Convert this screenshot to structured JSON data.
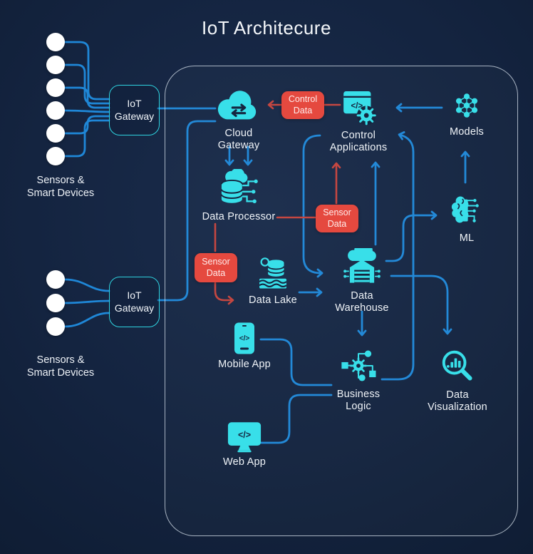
{
  "title": "IoT Architecure",
  "colors": {
    "cyan": "#38dfe9",
    "blue": "#1f87d7",
    "red_line": "#c4443e",
    "red_badge": "#e5493f",
    "background": "#142440"
  },
  "left": {
    "group1_label": "Sensors &\nSmart Devices",
    "group2_label": "Sensors &\nSmart Devices",
    "gateway1_label": "IoT\nGateway",
    "gateway2_label": "IoT\nGateway"
  },
  "badges": {
    "control_data": "Control\nData",
    "sensor_data_center": "Sensor\nData",
    "sensor_data_left": "Sensor\nData"
  },
  "nodes": {
    "cloud_gateway": "Cloud\nGateway",
    "control_applications": "Control\nApplications",
    "models": "Models",
    "data_processor": "Data Processor",
    "ml": "ML",
    "data_lake": "Data Lake",
    "data_warehouse": "Data\nWarehouse",
    "mobile_app": "Mobile App",
    "business_logic": "Business\nLogic",
    "data_visualization": "Data\nVisualization",
    "web_app": "Web App"
  },
  "icon_glyphs": {
    "code": "</>"
  }
}
